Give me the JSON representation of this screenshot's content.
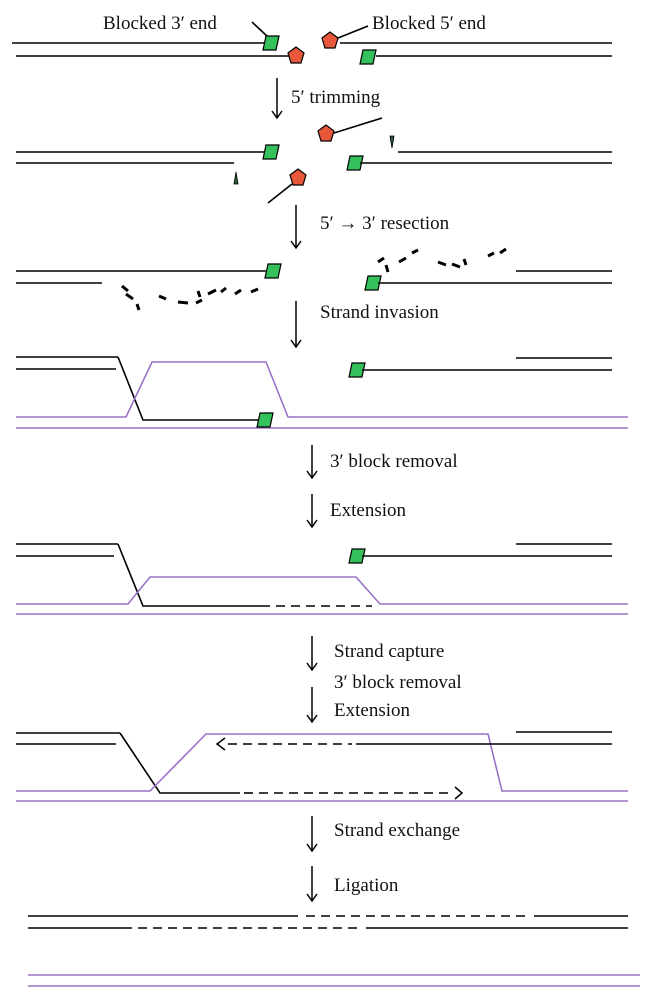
{
  "labels": {
    "blocked_3": "Blocked 3′ end",
    "blocked_5": "Blocked 5′ end",
    "trimming": "5′ trimming",
    "resection": "5′ → 3′ resection",
    "invasion": "Strand invasion",
    "block_removal": "3′ block removal",
    "extension": "Extension",
    "capture": "Strand capture",
    "block_removal_2": "3′ block removal",
    "extension_2": "Extension",
    "exchange": "Strand exchange",
    "ligation": "Ligation"
  },
  "colors": {
    "dna_strand": "#000000",
    "homolog_strand": "#9a72c8",
    "blocked_3_end": "#34c05a",
    "blocked_5_end": "#e8573a"
  }
}
